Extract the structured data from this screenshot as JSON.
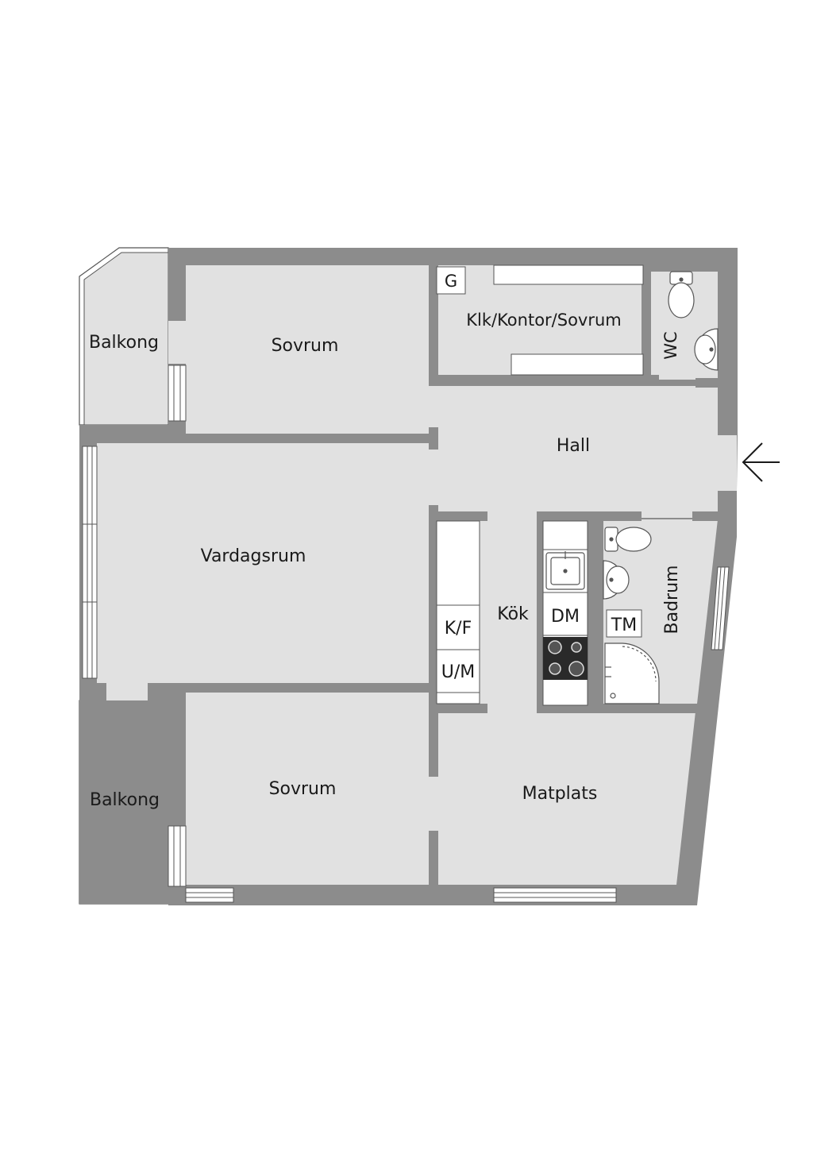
{
  "rooms": {
    "balkong_top": "Balkong",
    "sovrum_top": "Sovrum",
    "klk": "Klk/Kontor/Sovrum",
    "wc": "WC",
    "hall": "Hall",
    "vardagsrum": "Vardagsrum",
    "kok": "Kök",
    "badrum": "Badrum",
    "balkong_bottom": "Balkong",
    "sovrum_bottom": "Sovrum",
    "matplats": "Matplats"
  },
  "fixtures": {
    "g": "G",
    "kf": "K/F",
    "um": "U/M",
    "dm": "DM",
    "tm": "TM"
  },
  "icons": {
    "entrance": "arrow-left-icon",
    "toilet": "toilet-icon",
    "sink": "sink-icon",
    "stove": "stove-icon",
    "shower": "shower-icon"
  },
  "colors": {
    "wall": "#8c8c8c",
    "floor": "#e1e1e1",
    "outline": "#4a4a4a",
    "background": "#ffffff"
  }
}
